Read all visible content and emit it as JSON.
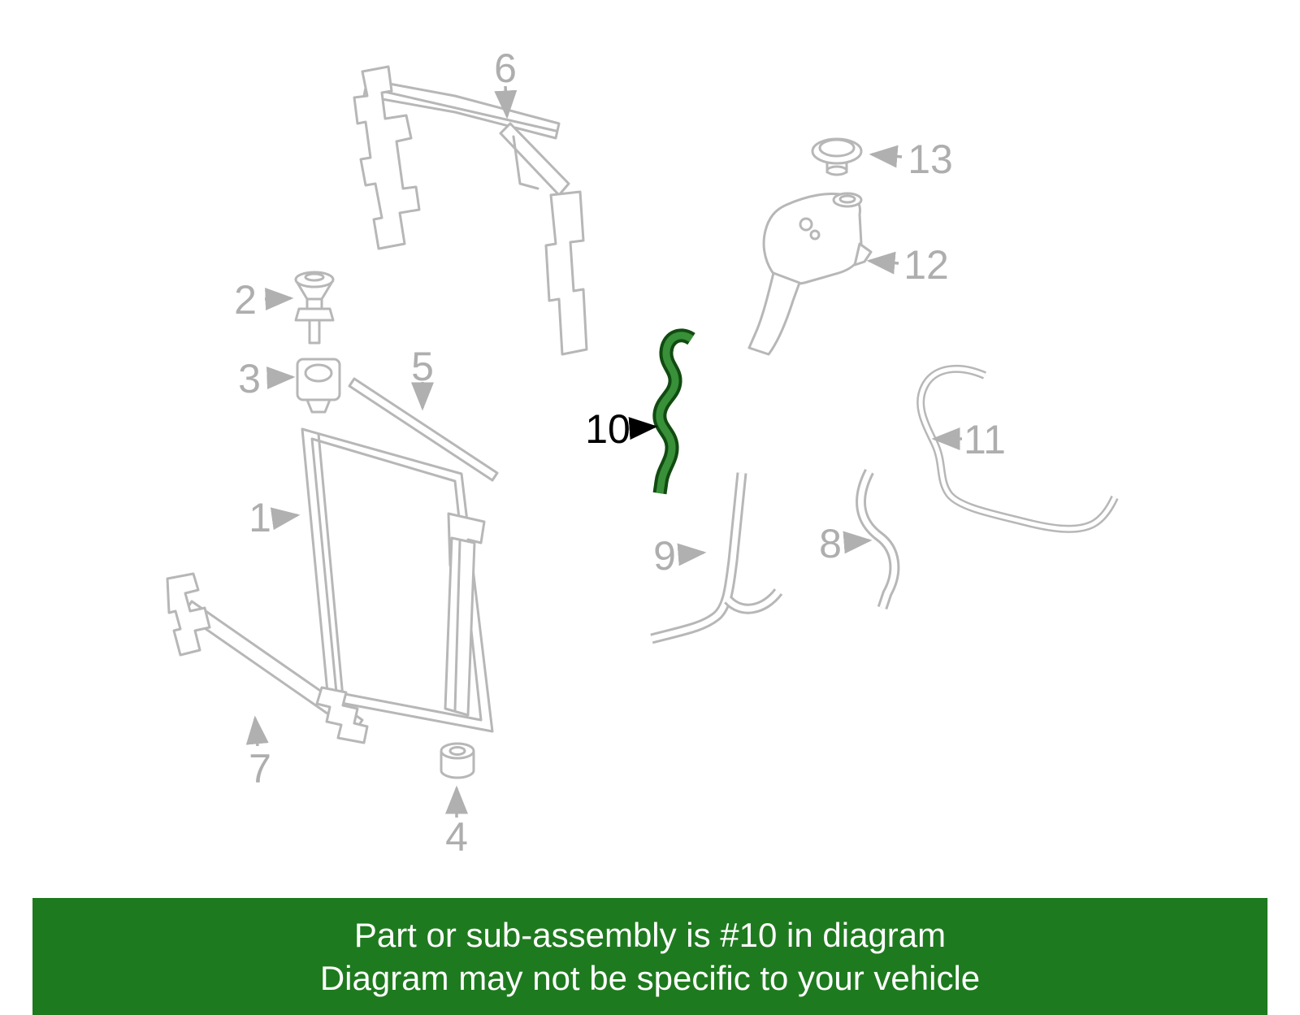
{
  "diagram": {
    "line_color": "#b7b7b7",
    "label_color": "#aeaeae",
    "highlight": {
      "part_number": "10",
      "outline_color": "#114b11",
      "fill_color": "#389038",
      "label_color": "#000000"
    },
    "labels": [
      {
        "text": "1"
      },
      {
        "text": "2"
      },
      {
        "text": "3"
      },
      {
        "text": "4"
      },
      {
        "text": "5"
      },
      {
        "text": "6"
      },
      {
        "text": "7"
      },
      {
        "text": "8"
      },
      {
        "text": "9"
      },
      {
        "text": "10"
      },
      {
        "text": "11"
      },
      {
        "text": "12"
      },
      {
        "text": "13"
      }
    ]
  },
  "banner": {
    "line1": "Part or sub-assembly is #10 in diagram",
    "line2": "Diagram may not be specific to your vehicle",
    "background_color": "#1e7a1e",
    "text_color": "#ffffff"
  }
}
